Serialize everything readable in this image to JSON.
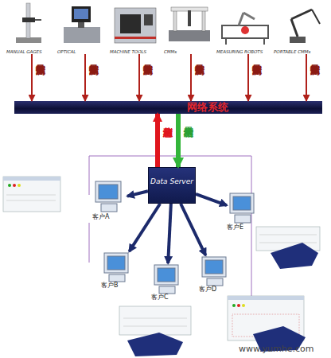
{
  "diagram": {
    "nodes": [
      {
        "text": [
          "MANUAL GAGES"
        ]
      },
      {
        "text": [
          "OPTICAL"
        ]
      },
      {
        "text": [
          "MACHINE TOOLS"
        ]
      },
      {
        "text": [
          "CMMs"
        ]
      },
      {
        "text": [
          "MEASURING ROBOTS"
        ]
      },
      {
        "text": [
          "PORTABLE CMMs"
        ]
      },
      {
        "text": [
          "网络系统"
        ]
      },
      {
        "text": [
          "Data Server"
        ]
      },
      {
        "text": [
          "客户A"
        ]
      },
      {
        "text": [
          "客户E"
        ]
      },
      {
        "text": [
          "客户B"
        ]
      },
      {
        "text": [
          "客户C"
        ]
      },
      {
        "text": [
          "客户D"
        ]
      }
    ],
    "edges": [
      {
        "from": 0,
        "to": 6,
        "label": "测量数据",
        "arrow": "to"
      },
      {
        "from": 1,
        "to": 6,
        "label": "测量数据",
        "arrow": "to"
      },
      {
        "from": 2,
        "to": 6,
        "label": "测量数据",
        "arrow": "to"
      },
      {
        "from": 3,
        "to": 6,
        "label": "测量数据",
        "arrow": "to"
      },
      {
        "from": 4,
        "to": 6,
        "label": "测量数据",
        "arrow": "to"
      },
      {
        "from": 5,
        "to": 6,
        "label": "测量数据",
        "arrow": "to"
      },
      {
        "from": 7,
        "to": 6,
        "label": "检测信息",
        "arrow": "to"
      },
      {
        "from": 6,
        "to": 7,
        "label": "检测结果",
        "arrow": "to"
      },
      {
        "from": 7,
        "to": 8,
        "arrow": "to"
      },
      {
        "from": 7,
        "to": 9,
        "arrow": "to"
      },
      {
        "from": 7,
        "to": 10,
        "arrow": "to"
      },
      {
        "from": 7,
        "to": 11,
        "arrow": "to"
      },
      {
        "from": 7,
        "to": 12,
        "arrow": "to"
      }
    ],
    "labels": [
      "www.yumhe.com"
    ]
  }
}
